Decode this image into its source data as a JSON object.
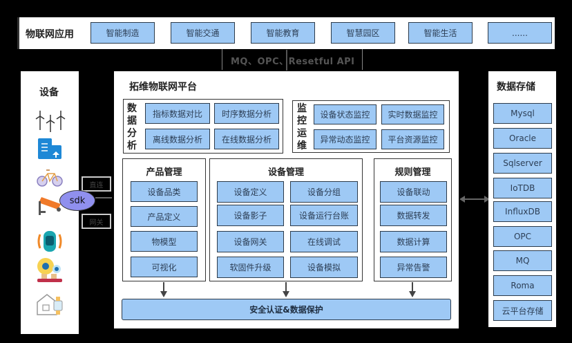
{
  "app_layer": {
    "title": "物联网应用",
    "items": [
      "智能制造",
      "智能交通",
      "智能教育",
      "智慧园区",
      "智能生活",
      "......"
    ]
  },
  "interface_label": "MQ、OPC、Resetful API",
  "devices": {
    "title": "设备",
    "icons": [
      "wind-turbine-icon",
      "smart-building-icon",
      "bicycle-icon",
      "security-camera-icon",
      "car-radar-icon",
      "smart-factory-icon",
      "smart-home-icon"
    ],
    "sdk_label": "sdk",
    "direct_label": "直连",
    "gateway_label": "网关"
  },
  "platform": {
    "title": "拓维物联网平台",
    "data_analysis": {
      "title": "数据分析",
      "items": [
        "指标数据对比",
        "时序数据分析",
        "离线数据分析",
        "在线数据分析"
      ]
    },
    "monitoring": {
      "title": "监控运维",
      "items": [
        "设备状态监控",
        "实时数据监控",
        "异常动态监控",
        "平台资源监控"
      ]
    },
    "product_mgmt": {
      "title": "产品管理",
      "items": [
        "设备品类",
        "产品定义",
        "物模型",
        "可视化"
      ]
    },
    "device_mgmt": {
      "title": "设备管理",
      "items": [
        "设备定义",
        "设备分组",
        "设备影子",
        "设备运行台账",
        "设备网关",
        "在线调试",
        "软固件升级",
        "设备模拟"
      ]
    },
    "rule_mgmt": {
      "title": "规则管理",
      "items": [
        "设备联动",
        "数据转发",
        "数据计算",
        "异常告警"
      ]
    },
    "security": "安全认证&数据保护"
  },
  "storage": {
    "title": "数据存储",
    "items": [
      "Mysql",
      "Oracle",
      "Sqlserver",
      "IoTDB",
      "InfluxDB",
      "OPC",
      "MQ",
      "Roma",
      "云平台存储"
    ]
  },
  "colors": {
    "box_fill": "#9ec9f5",
    "box_border": "#2b3a4a",
    "background": "#000000"
  }
}
